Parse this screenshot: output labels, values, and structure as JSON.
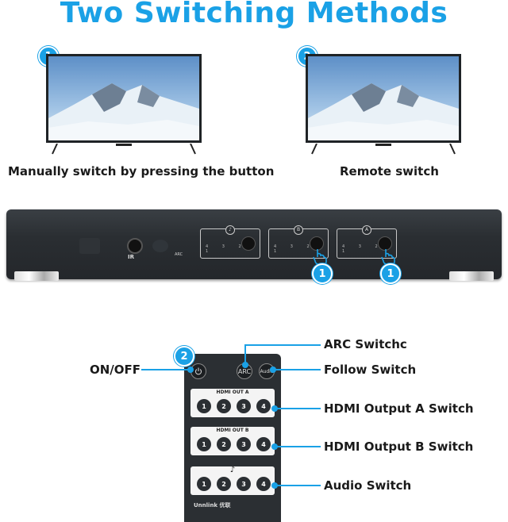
{
  "title": "Two Switching Methods",
  "methods": [
    {
      "badge": "1",
      "caption": "Manually switch by pressing the button"
    },
    {
      "badge": "2",
      "caption": "Remote switch"
    }
  ],
  "device": {
    "port_labels": [
      "IR",
      "ARC"
    ],
    "groups": [
      {
        "icon": "audio-icon",
        "numbers": "4 3 2 1"
      },
      {
        "letter": "B",
        "numbers": "4 3 2 1"
      },
      {
        "letter": "A",
        "numbers": "4 3 2 1"
      }
    ],
    "press_badges": [
      "1",
      "1"
    ]
  },
  "remote": {
    "badge": "2",
    "power_icon": "power-icon",
    "arc_label": "ARC",
    "follow_label": "Audio",
    "panels": [
      {
        "label": "HDMI OUT A",
        "keys": [
          "1",
          "2",
          "3",
          "4"
        ]
      },
      {
        "label": "HDMI OUT B",
        "keys": [
          "1",
          "2",
          "3",
          "4"
        ]
      },
      {
        "label": "♪",
        "keys": [
          "1",
          "2",
          "3",
          "4"
        ]
      }
    ],
    "brand": "Unnlink 优联"
  },
  "callouts": {
    "on_off": "ON/OFF",
    "arc": "ARC Switchc",
    "follow": "Follow Switch",
    "out_a": "HDMI Output A Switch",
    "out_b": "HDMI Output B Switch",
    "audio": "Audio Switch"
  },
  "colors": {
    "accent": "#1aa1e6",
    "device": "#2a2e32"
  }
}
